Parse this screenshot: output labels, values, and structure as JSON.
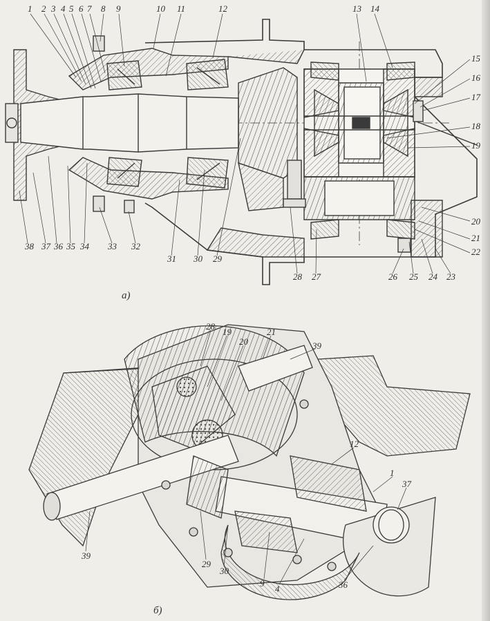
{
  "figure_a": {
    "caption": "а)",
    "top_labels": [
      "1",
      "2",
      "3",
      "4",
      "5",
      "6",
      "7",
      "8",
      "9",
      "10",
      "11",
      "12",
      "13",
      "14"
    ],
    "right_labels": [
      "15",
      "16",
      "17",
      "18",
      "19",
      "20",
      "21",
      "22"
    ],
    "bottom_labels": [
      "38",
      "37",
      "36",
      "35",
      "34",
      "33",
      "32",
      "31",
      "30",
      "29",
      "28",
      "27",
      "26",
      "25",
      "24",
      "23"
    ]
  },
  "figure_b": {
    "caption": "б)",
    "labels": [
      "28",
      "19",
      "20",
      "21",
      "39",
      "12",
      "1",
      "37",
      "39",
      "29",
      "30",
      "9",
      "4",
      "36"
    ]
  },
  "colors": {
    "paper": "#efeee9",
    "ink": "#3a3a3a",
    "hatch": "#6a6a6a"
  }
}
